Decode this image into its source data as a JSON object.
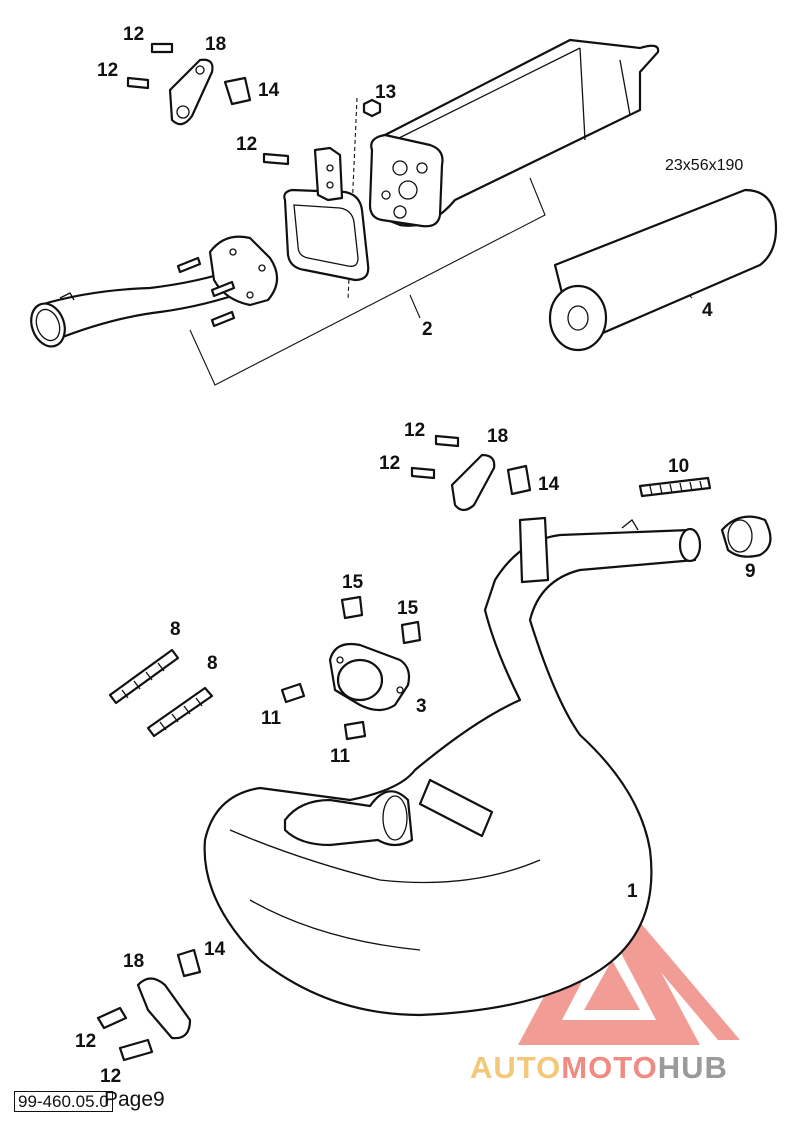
{
  "diagram": {
    "dimension_text": "23x56x190",
    "callouts": {
      "c1": "1",
      "c2": "2",
      "c3": "3",
      "c4": "4",
      "c8a": "8",
      "c8b": "8",
      "c9": "9",
      "c10": "10",
      "c11a": "11",
      "c11b": "11",
      "c12a": "12",
      "c12b": "12",
      "c12c": "12",
      "c12d": "12",
      "c12e": "12",
      "c12f": "12",
      "c12g": "12",
      "c13": "13",
      "c14a": "14",
      "c14b": "14",
      "c14c": "14",
      "c15a": "15",
      "c15b": "15",
      "c18a": "18",
      "c18b": "18",
      "c18c": "18"
    }
  },
  "watermark": {
    "text_auto": "AUTO",
    "text_moto": "MOTO",
    "text_hub": "HUB",
    "color_primary": "#f08b84",
    "color_secondary": "#f5c77a",
    "color_dark": "#9a9a9a"
  },
  "footer": {
    "code": "99-460.05.0",
    "page": "Page9"
  }
}
